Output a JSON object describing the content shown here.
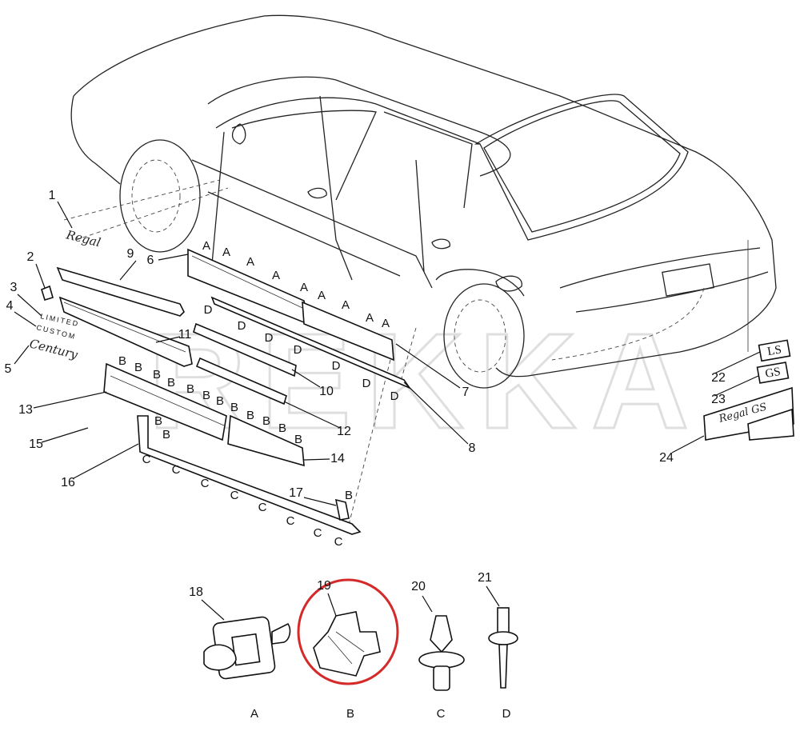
{
  "watermark": "REKKA",
  "callouts": {
    "n1": "1",
    "n2": "2",
    "n3": "3",
    "n4": "4",
    "n5": "5",
    "n6": "6",
    "n7": "7",
    "n8": "8",
    "n9": "9",
    "n10": "10",
    "n11": "11",
    "n12": "12",
    "n13": "13",
    "n14": "14",
    "n15": "15",
    "n16": "16",
    "n17": "17",
    "n18": "18",
    "n19": "19",
    "n20": "20",
    "n21": "21",
    "n22": "22",
    "n23": "23",
    "n24": "24"
  },
  "clip_letters": {
    "A": "A",
    "B": "B",
    "C": "C",
    "D": "D"
  },
  "fasteners": [
    {
      "part": "18",
      "letter": "A"
    },
    {
      "part": "19",
      "letter": "B",
      "highlighted": true
    },
    {
      "part": "20",
      "letter": "C"
    },
    {
      "part": "21",
      "letter": "D"
    }
  ],
  "emblems": {
    "regal": "Regal",
    "limited": "LIMITED",
    "custom": "CUSTOM",
    "century": "Century",
    "ls": "LS",
    "gs": "GS",
    "regal_gs": "Regal GS"
  },
  "highlight_color": "#d42a2a"
}
